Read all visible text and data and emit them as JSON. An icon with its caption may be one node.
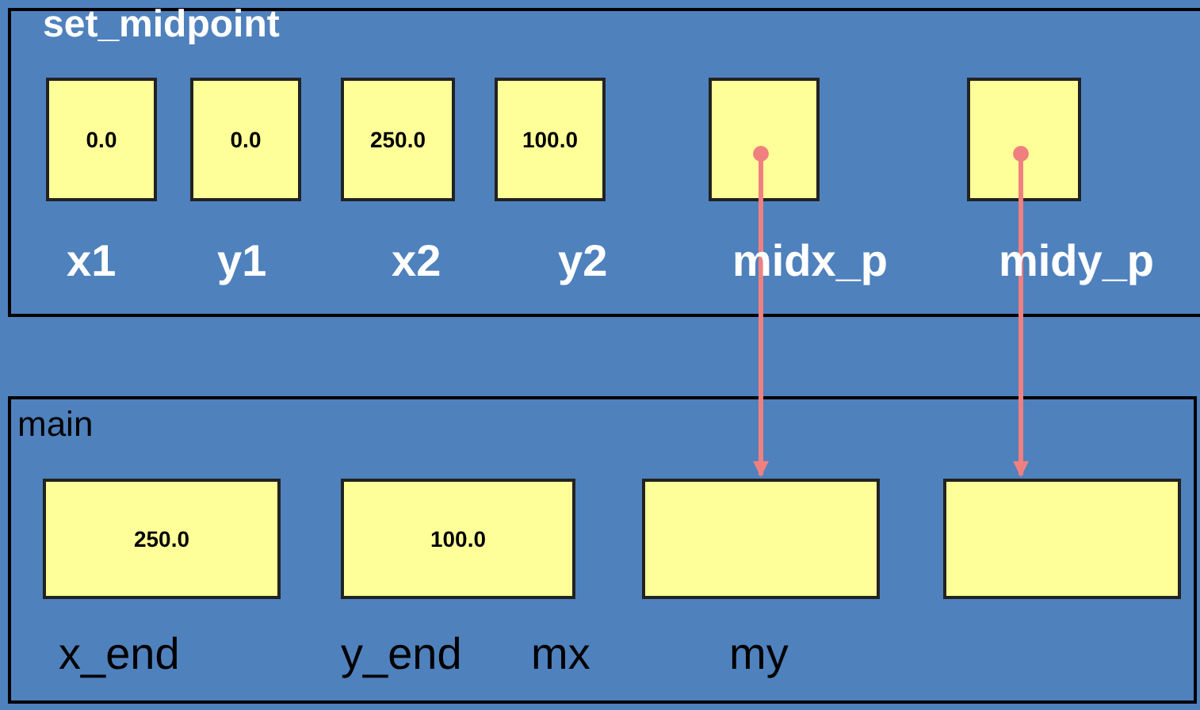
{
  "diagram": {
    "nodes": [
      {
        "text": [
          "set_midpoint"
        ]
      },
      {
        "text": [
          "0.0"
        ],
        "in": 0,
        "beside": [
          "x1"
        ]
      },
      {
        "text": [
          "0.0"
        ],
        "in": 0,
        "beside": [
          "y1"
        ]
      },
      {
        "text": [
          "250.0"
        ],
        "in": 0,
        "beside": [
          "x2"
        ]
      },
      {
        "text": [
          "100.0"
        ],
        "in": 0,
        "beside": [
          "y2"
        ]
      },
      {
        "text": [],
        "shape": "box",
        "in": 0,
        "beside": [
          "midx_p"
        ]
      },
      {
        "text": [],
        "shape": "box",
        "in": 0,
        "beside": [
          "midy_p"
        ]
      },
      {
        "text": [
          "main"
        ]
      },
      {
        "text": [
          "250.0"
        ],
        "in": 7
      },
      {
        "text": [
          "100.0"
        ],
        "in": 7
      },
      {
        "text": [],
        "shape": "box",
        "in": 7
      },
      {
        "text": [],
        "shape": "box",
        "in": 7
      }
    ],
    "labels": [
      "x_end",
      "y_end",
      "mx",
      "my"
    ],
    "edges": [
      {
        "from": 5,
        "to": 10,
        "arrow": "to"
      },
      {
        "from": 6,
        "to": 11,
        "arrow": "to"
      }
    ]
  }
}
